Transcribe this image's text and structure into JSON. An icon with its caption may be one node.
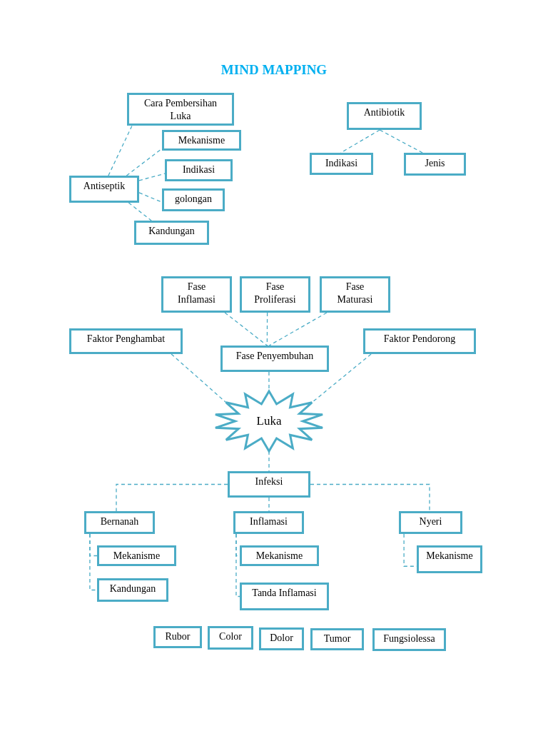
{
  "diagram": {
    "title": "MIND MAPPING",
    "nodes": [
      {
        "text": [
          "Cara Pembersihan Luka"
        ]
      },
      {
        "text": [
          "Mekanisme"
        ]
      },
      {
        "text": [
          "Antiseptik"
        ]
      },
      {
        "text": [
          "Indikasi"
        ]
      },
      {
        "text": [
          "golongan"
        ]
      },
      {
        "text": [
          "Kandungan"
        ]
      },
      {
        "text": [
          "Antibiotik"
        ]
      },
      {
        "text": [
          "Indikasi"
        ]
      },
      {
        "text": [
          "Jenis"
        ]
      },
      {
        "text": [
          "Fase Inflamasi"
        ]
      },
      {
        "text": [
          "Fase Proliferasi"
        ]
      },
      {
        "text": [
          "Fase Maturasi"
        ]
      },
      {
        "text": [
          "Faktor Penghambat"
        ]
      },
      {
        "text": [
          "Faktor Pendorong"
        ]
      },
      {
        "text": [
          "Fase Penyembuhan"
        ]
      },
      {
        "text": [
          "Luka"
        ]
      },
      {
        "text": [
          "Infeksi"
        ]
      },
      {
        "text": [
          "Bernanah"
        ]
      },
      {
        "text": [
          "Inflamasi"
        ]
      },
      {
        "text": [
          "Nyeri"
        ]
      },
      {
        "text": [
          "Mekanisme"
        ]
      },
      {
        "text": [
          "Kandungan"
        ]
      },
      {
        "text": [
          "Mekanisme"
        ]
      },
      {
        "text": [
          "Tanda Inflamasi"
        ]
      },
      {
        "text": [
          "Mekanisme"
        ]
      },
      {
        "text": [
          "Rubor"
        ]
      },
      {
        "text": [
          "Color"
        ]
      },
      {
        "text": [
          "Dolor"
        ]
      },
      {
        "text": [
          "Tumor"
        ]
      },
      {
        "text": [
          "Fungsiolessa"
        ]
      }
    ],
    "edges": [
      {
        "from": 2,
        "to": 0,
        "arrow": "none"
      },
      {
        "from": 2,
        "to": 1,
        "arrow": "none"
      },
      {
        "from": 2,
        "to": 3,
        "arrow": "none"
      },
      {
        "from": 2,
        "to": 4,
        "arrow": "none"
      },
      {
        "from": 2,
        "to": 5,
        "arrow": "none"
      },
      {
        "from": 6,
        "to": 7,
        "arrow": "none"
      },
      {
        "from": 6,
        "to": 8,
        "arrow": "none"
      },
      {
        "from": 9,
        "to": 14,
        "arrow": "none"
      },
      {
        "from": 10,
        "to": 14,
        "arrow": "none"
      },
      {
        "from": 11,
        "to": 14,
        "arrow": "none"
      },
      {
        "from": 12,
        "to": 15,
        "arrow": "none"
      },
      {
        "from": 13,
        "to": 15,
        "arrow": "none"
      },
      {
        "from": 14,
        "to": 15,
        "arrow": "none"
      },
      {
        "from": 15,
        "to": 16,
        "arrow": "none"
      },
      {
        "from": 16,
        "to": 17,
        "arrow": "none"
      },
      {
        "from": 16,
        "to": 18,
        "arrow": "none"
      },
      {
        "from": 16,
        "to": 19,
        "arrow": "none"
      },
      {
        "from": 17,
        "to": 20,
        "arrow": "none"
      },
      {
        "from": 17,
        "to": 21,
        "arrow": "none"
      },
      {
        "from": 18,
        "to": 22,
        "arrow": "none"
      },
      {
        "from": 18,
        "to": 23,
        "arrow": "none"
      },
      {
        "from": 19,
        "to": 24,
        "arrow": "none"
      }
    ]
  }
}
